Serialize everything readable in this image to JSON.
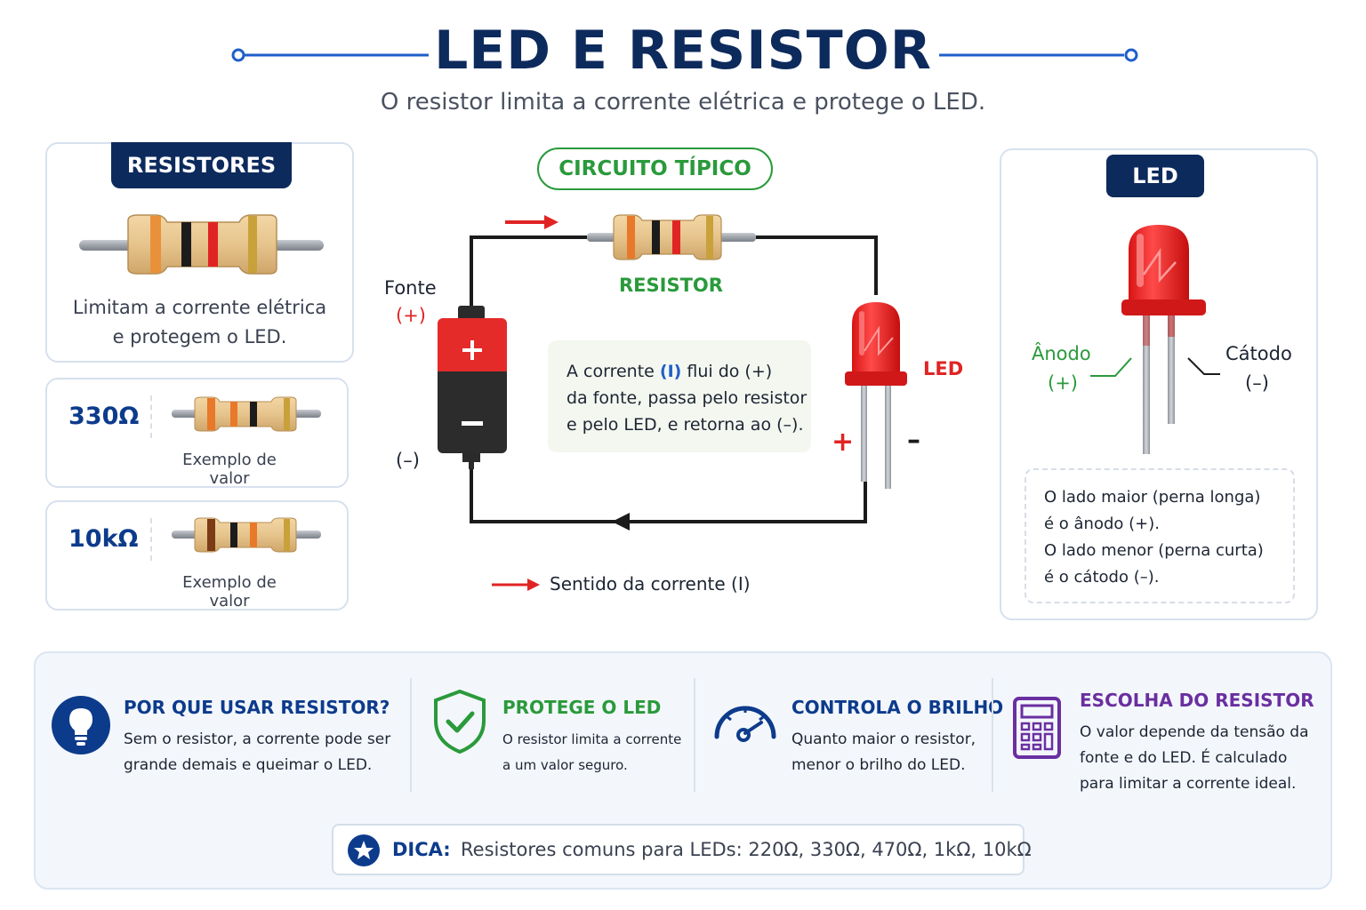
{
  "header": {
    "title": "LED E RESISTOR",
    "subtitle": "O resistor limita a corrente elétrica e protege o LED."
  },
  "resistores": {
    "tab_label": "RESISTORES",
    "caption_line1": "Limitam a corrente elétrica",
    "caption_line2": "e protegem o LED.",
    "examples": [
      {
        "value": "330Ω",
        "caption": "Exemplo de valor"
      },
      {
        "value": "10kΩ",
        "caption": "Exemplo de valor"
      }
    ]
  },
  "circuito": {
    "badge": "CIRCUITO TÍPICO",
    "resistor_label": "RESISTOR",
    "source_label": "Fonte",
    "source_plus": "(+)",
    "source_minus": "(–)",
    "battery_plus": "+",
    "battery_minus": "–",
    "led_label": "LED",
    "led_plus": "+",
    "led_minus": "–",
    "info_line1_a": "A corrente ",
    "info_line1_b": "(I)",
    "info_line1_c": " flui do (+)",
    "info_line2": "da fonte, passa pelo resistor",
    "info_line3": "e pelo LED, e retorna ao (–).",
    "legend": "Sentido da corrente (I)"
  },
  "led_panel": {
    "tab_label": "LED",
    "anode_label": "Ânodo",
    "anode_sign": "(+)",
    "cathode_label": "Cátodo",
    "cathode_sign": "(–)",
    "note_line1": "O lado maior (perna longa)",
    "note_line2": "é o ânodo (+).",
    "note_line3": "O lado menor (perna curta)",
    "note_line4": "é o cátodo (–)."
  },
  "features": [
    {
      "title": "POR QUE USAR RESISTOR?",
      "line1": "Sem o resistor, a corrente pode ser",
      "line2": "grande demais e queimar o LED.",
      "color": "#0d3b8c",
      "icon": "lightbulb-icon"
    },
    {
      "title": "PROTEGE O LED",
      "line1": "O resistor limita a corrente",
      "line2": "a um valor seguro.",
      "color": "#2a9a3b",
      "icon": "shield-check-icon"
    },
    {
      "title": "CONTROLA O BRILHO",
      "line1": "Quanto maior o resistor,",
      "line2": "menor o brilho do LED.",
      "color": "#0d3b8c",
      "icon": "gauge-icon"
    },
    {
      "title": "ESCOLHA DO RESISTOR",
      "line1": "O valor depende da tensão da",
      "line2": "fonte e do LED.  É calculado",
      "line3": "para limitar a corrente ideal.",
      "color": "#6a2fa0",
      "icon": "calculator-icon"
    }
  ],
  "tip": {
    "label": "DICA:",
    "text": "Resistores comuns para LEDs: 220Ω, 330Ω, 470Ω, 1kΩ, 10kΩ"
  },
  "colors": {
    "navy": "#0d2a5c",
    "blue": "#0d3b8c",
    "green": "#2a9a3b",
    "red": "#e02424",
    "purple": "#6a2fa0"
  }
}
